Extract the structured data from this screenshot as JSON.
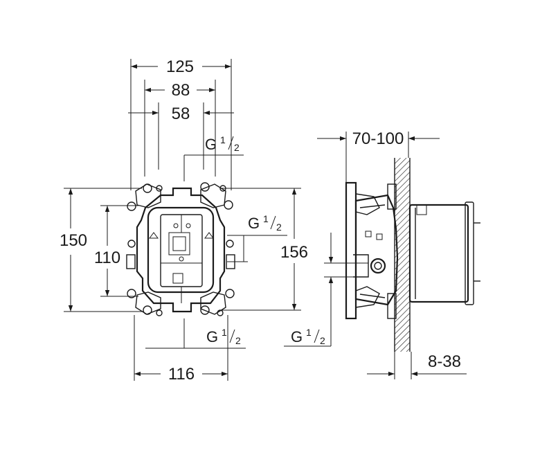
{
  "front_view": {
    "width_overall": "125",
    "width_mid": "88",
    "width_inner": "58",
    "width_bottom": "116",
    "height_overall": "150",
    "height_inner": "110",
    "height_right": "156",
    "thread_top": {
      "main": "G",
      "sup": "1",
      "sub": "2"
    },
    "thread_right": {
      "main": "G",
      "sup": "1",
      "sub": "2"
    },
    "thread_bottom": {
      "main": "G",
      "sup": "1",
      "sub": "2"
    }
  },
  "side_view": {
    "depth_range": "70-100",
    "wall_range": "8-38",
    "thread": {
      "main": "G",
      "sup": "1",
      "sub": "2"
    }
  }
}
